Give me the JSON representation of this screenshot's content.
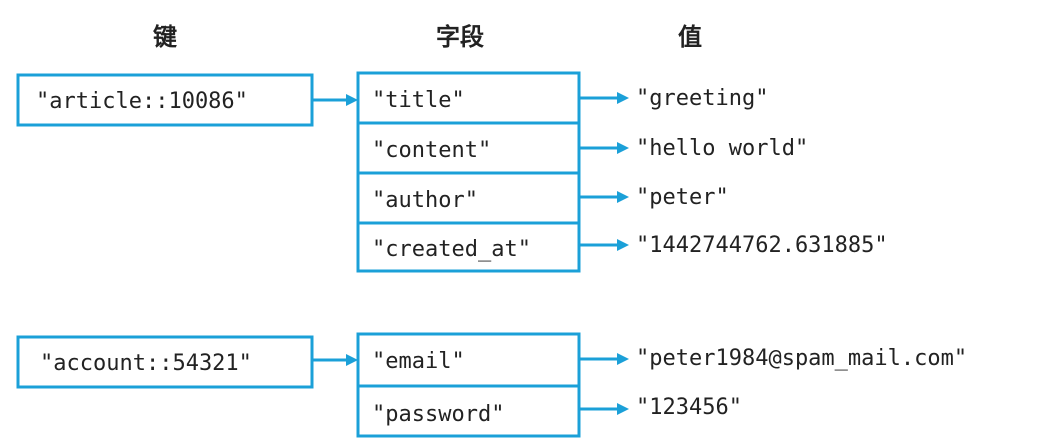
{
  "headers": {
    "key": "键",
    "field": "字段",
    "value": "值"
  },
  "groups": [
    {
      "key": "\"article::10086\"",
      "entries": [
        {
          "field": "\"title\"",
          "value": "\"greeting\""
        },
        {
          "field": "\"content\"",
          "value": "\"hello world\""
        },
        {
          "field": "\"author\"",
          "value": "\"peter\""
        },
        {
          "field": "\"created_at\"",
          "value": "\"1442744762.631885\""
        }
      ]
    },
    {
      "key": "\"account::54321\"",
      "entries": [
        {
          "field": "\"email\"",
          "value": "\"peter1984@spam_mail.com\""
        },
        {
          "field": "\"password\"",
          "value": "\"123456\""
        }
      ]
    }
  ],
  "colors": {
    "accent": "#1ba0d8",
    "text": "#222222"
  }
}
